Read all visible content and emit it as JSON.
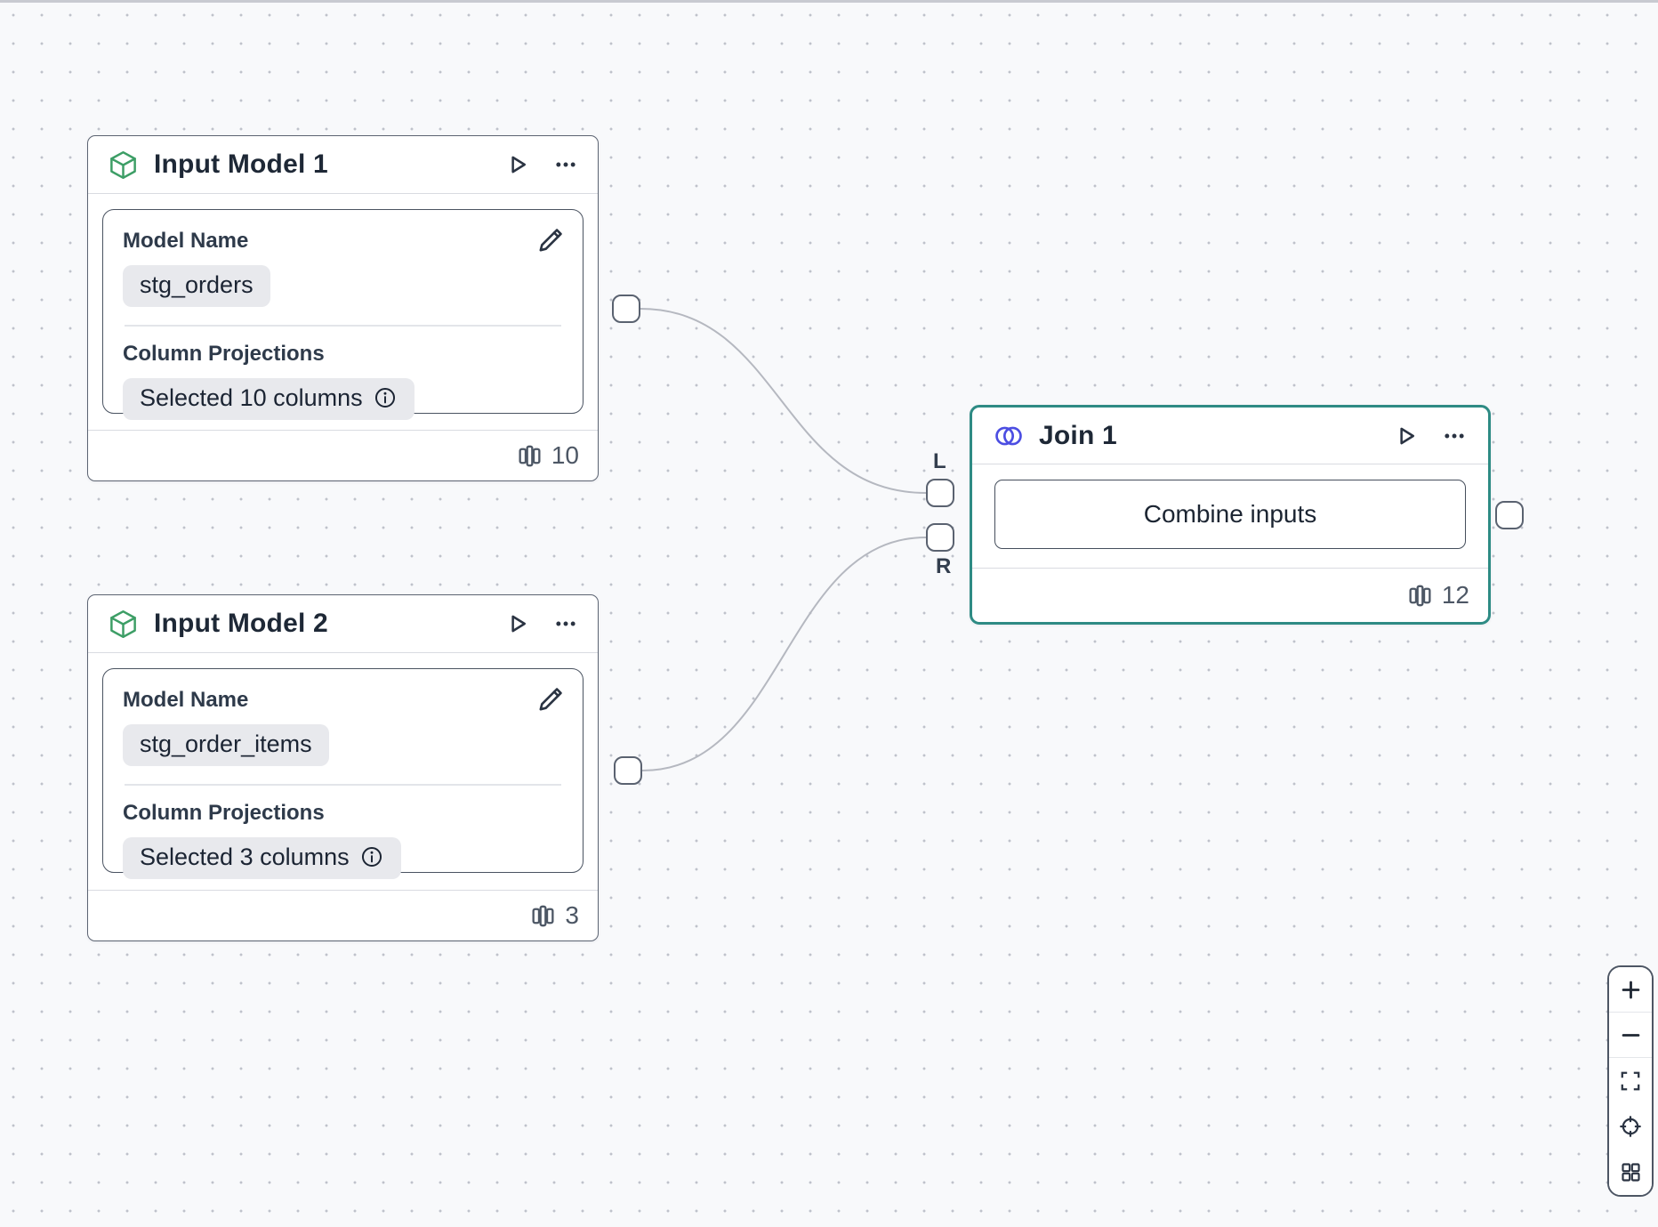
{
  "canvas": {
    "background_color": "#f8f9fb",
    "dot_color": "#bfc2cb"
  },
  "colors": {
    "accent_selected_teal": "#2e8b84",
    "input_icon_green": "#3d9e66",
    "join_icon_indigo": "#4c4ee2",
    "node_border_gray": "#5c6472",
    "edge_gray": "#b5b8c0",
    "chip_background": "#e8e9ed"
  },
  "nodes": {
    "input_model_1": {
      "title": "Input Model 1",
      "icon": "box-icon",
      "model_name_label": "Model Name",
      "model_name_value": "stg_orders",
      "column_projections_label": "Column Projections",
      "column_projections_value": "Selected 10 columns",
      "column_count": "10"
    },
    "input_model_2": {
      "title": "Input Model 2",
      "icon": "box-icon",
      "model_name_label": "Model Name",
      "model_name_value": "stg_order_items",
      "column_projections_label": "Column Projections",
      "column_projections_value": "Selected 3 columns",
      "column_count": "3"
    },
    "join_1": {
      "title": "Join 1",
      "icon": "join-venn-icon",
      "combine_button_label": "Combine inputs",
      "left_port_label": "L",
      "right_port_label": "R",
      "column_count": "12",
      "selected": true
    }
  },
  "node_actions": {
    "run_icon": "play-icon",
    "menu_icon": "ellipsis-icon",
    "edit_icon": "pencil-icon",
    "info_icon": "info-icon",
    "columns_count_icon": "columns-icon"
  },
  "controls": {
    "zoom_in": "plus-icon",
    "zoom_out": "minus-icon",
    "fit_view": "fullscreen-icon",
    "center_view": "locate-icon",
    "toggle_grid": "grid-icon"
  }
}
